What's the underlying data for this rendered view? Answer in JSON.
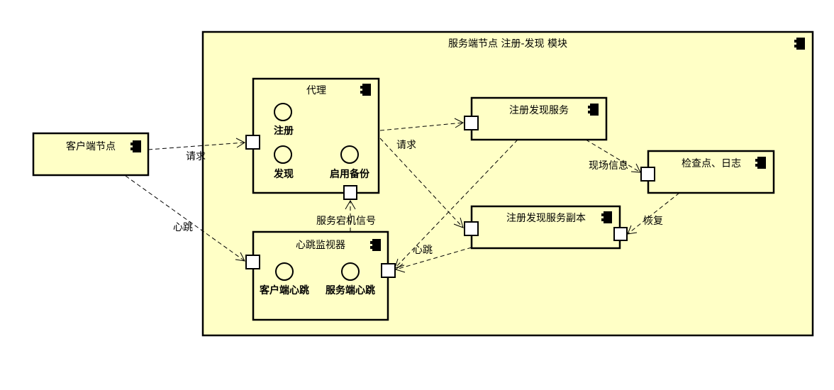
{
  "module": {
    "title": "服务端节点 注册-发现 模块"
  },
  "client": {
    "title": "客户端节点"
  },
  "proxy": {
    "title": "代理",
    "interfaces": {
      "register": "注册",
      "discover": "发现",
      "backup": "启用备份"
    }
  },
  "heartbeat_monitor": {
    "title": "心跳监视器",
    "interfaces": {
      "client_hb": "客户端心跳",
      "server_hb": "服务端心跳"
    }
  },
  "registry": {
    "title": "注册发现服务"
  },
  "registry_replica": {
    "title": "注册发现服务副本"
  },
  "checkpoint": {
    "title": "检查点、日志"
  },
  "edges": {
    "client_request": "请求",
    "client_heartbeat": "心跳",
    "proxy_request": "请求",
    "server_down": "服务宕机信号",
    "registry_heartbeat": "心跳",
    "scene_info": "现场信息",
    "recover": "恢复"
  }
}
